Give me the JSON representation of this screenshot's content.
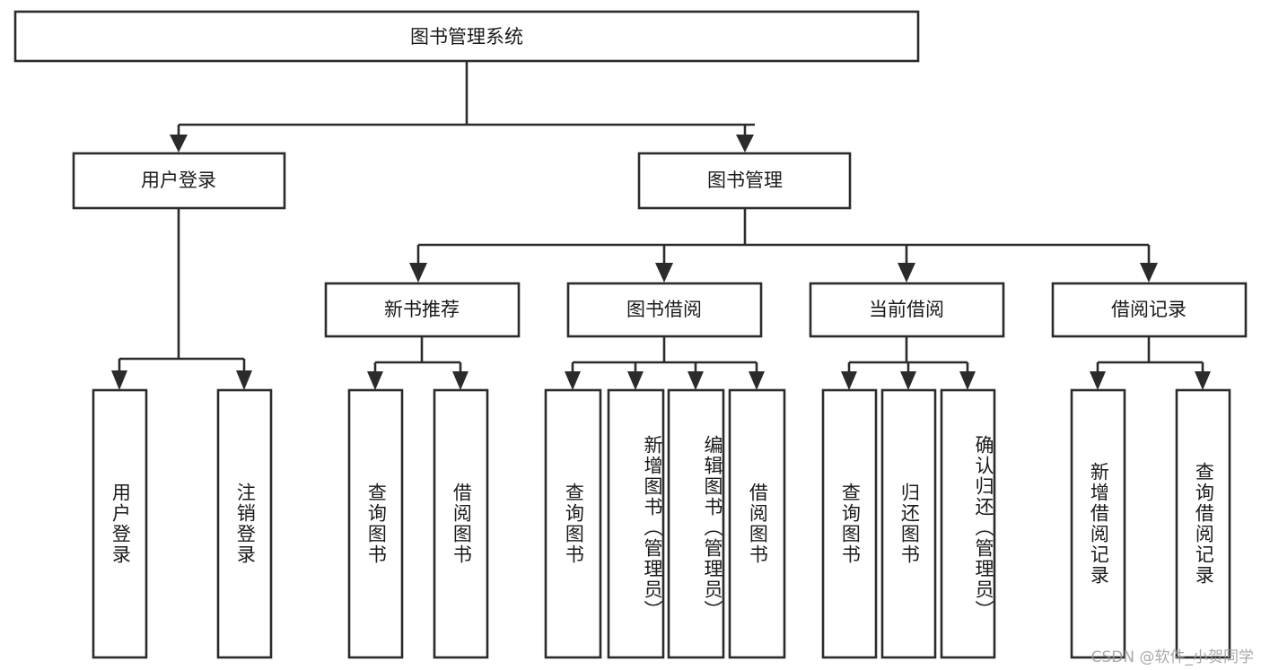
{
  "diagram": {
    "title": "图书管理系统",
    "type": "tree-hierarchy",
    "watermark": "CSDN @软件_小贺同学",
    "colors": {
      "stroke": "#2b2b2b",
      "fill": "#ffffff",
      "text": "#1a1a1a",
      "watermark": "#9a9a9a"
    },
    "levels": {
      "root": {
        "label": "图书管理系统"
      },
      "level2": [
        {
          "label": "用户登录"
        },
        {
          "label": "图书管理"
        }
      ],
      "level3": [
        {
          "label": "新书推荐"
        },
        {
          "label": "图书借阅"
        },
        {
          "label": "当前借阅"
        },
        {
          "label": "借阅记录"
        }
      ]
    },
    "leaves": {
      "user_login": [
        {
          "label": "用户登录"
        },
        {
          "label": "注销登录"
        }
      ],
      "new_book_recommend": [
        {
          "label": "查询图书"
        },
        {
          "label": "借阅图书"
        }
      ],
      "book_borrow": [
        {
          "label": "查询图书"
        },
        {
          "label": "新增图书（管理员）"
        },
        {
          "label": "编辑图书（管理员）"
        },
        {
          "label": "借阅图书"
        }
      ],
      "current_borrow": [
        {
          "label": "查询图书"
        },
        {
          "label": "归还图书"
        },
        {
          "label": "确认归还（管理员）"
        }
      ],
      "borrow_record": [
        {
          "label": "新增借阅记录"
        },
        {
          "label": "查询借阅记录"
        }
      ]
    }
  }
}
